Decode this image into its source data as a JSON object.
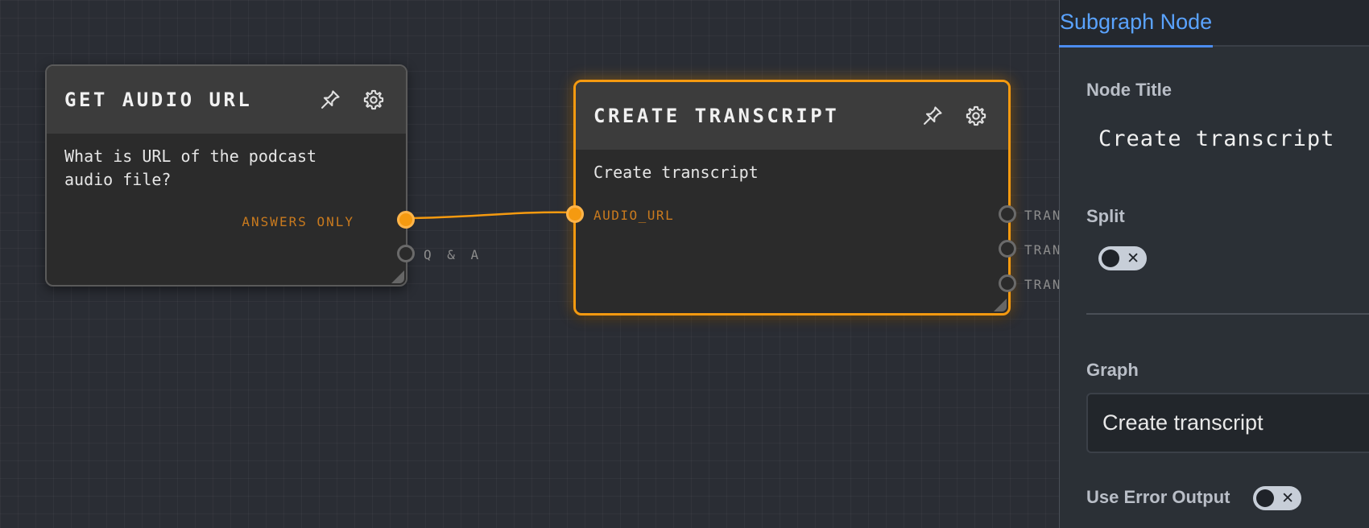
{
  "canvas": {
    "nodes": [
      {
        "title": "GET AUDIO URL",
        "body": "What is URL of the podcast audio file?",
        "outputs": [
          "ANSWERS ONLY",
          "Q & A"
        ]
      },
      {
        "title": "CREATE TRANSCRIPT",
        "body": "Create transcript",
        "inputs": [
          "AUDIO_URL"
        ],
        "outputs": [
          "TRANS",
          "TRANS",
          "TRANS"
        ]
      }
    ],
    "icons": {
      "pin": "pin-icon",
      "settings": "gear-icon"
    },
    "colors": {
      "accent": "#f59a10",
      "canvas": "#2a2d34",
      "node": "#2b2b2b",
      "header": "#3c3c3c"
    }
  },
  "panel": {
    "tab": "Subgraph Node",
    "node_title_label": "Node Title",
    "node_title_value": "Create transcript",
    "split_label": "Split",
    "split_enabled": false,
    "graph_label": "Graph",
    "graph_value": "Create transcript",
    "error_output_label": "Use Error Output",
    "error_output_enabled": false,
    "colors": {
      "tab": "#5aa3ff",
      "background": "#2b3036"
    }
  }
}
